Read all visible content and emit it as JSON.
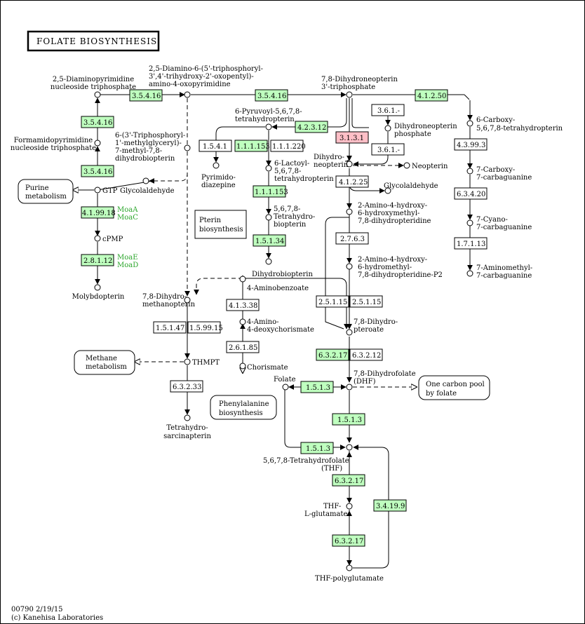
{
  "title": "FOLATE BIOSYNTHESIS",
  "footer": {
    "id_date": "00790 2/19/15",
    "copyright": "(c) Kanehisa Laboratories"
  },
  "colors": {
    "enzyme_green": "#bfffbf",
    "enzyme_pink": "#ffbfc7",
    "gene_green": "#2aa52a"
  },
  "enzymes": [
    {
      "id": "e01",
      "label": "3.5.4.16",
      "fill": "green"
    },
    {
      "id": "e02",
      "label": "3.5.4.16",
      "fill": "green"
    },
    {
      "id": "e03",
      "label": "4.1.2.50",
      "fill": "green"
    },
    {
      "id": "e04",
      "label": "3.5.4.16",
      "fill": "green"
    },
    {
      "id": "e05",
      "label": "4.2.3.12",
      "fill": "green"
    },
    {
      "id": "e06",
      "label": "3.6.1.-",
      "fill": "white"
    },
    {
      "id": "e07",
      "label": "3.1.3.1",
      "fill": "pink"
    },
    {
      "id": "e08",
      "label": "1.5.4.1",
      "fill": "white"
    },
    {
      "id": "e09",
      "label": "1.1.1.153",
      "fill": "green"
    },
    {
      "id": "e10",
      "label": "1.1.1.220",
      "fill": "white"
    },
    {
      "id": "e11",
      "label": "3.6.1.-",
      "fill": "white"
    },
    {
      "id": "e12",
      "label": "4.3.99.3",
      "fill": "white"
    },
    {
      "id": "e13",
      "label": "3.5.4.16",
      "fill": "green"
    },
    {
      "id": "e14",
      "label": "4.1.2.25",
      "fill": "white"
    },
    {
      "id": "e15",
      "label": "1.1.1.153",
      "fill": "green"
    },
    {
      "id": "e16",
      "label": "6.3.4.20",
      "fill": "white"
    },
    {
      "id": "e17",
      "label": "4.1.99.18",
      "fill": "green"
    },
    {
      "id": "e18",
      "label": "2.7.6.3",
      "fill": "white"
    },
    {
      "id": "e19",
      "label": "1.5.1.34",
      "fill": "green"
    },
    {
      "id": "e20",
      "label": "1.7.1.13",
      "fill": "white"
    },
    {
      "id": "e21",
      "label": "2.8.1.12",
      "fill": "green"
    },
    {
      "id": "e22",
      "label": "4.1.3.38",
      "fill": "white"
    },
    {
      "id": "e23",
      "label": "2.5.1.15",
      "fill": "white"
    },
    {
      "id": "e24",
      "label": "2.5.1.15",
      "fill": "white"
    },
    {
      "id": "e25",
      "label": "1.5.1.47",
      "fill": "white"
    },
    {
      "id": "e26",
      "label": "1.5.99.15",
      "fill": "white"
    },
    {
      "id": "e27",
      "label": "2.6.1.85",
      "fill": "white"
    },
    {
      "id": "e28",
      "label": "6.3.2.17",
      "fill": "green"
    },
    {
      "id": "e29",
      "label": "6.3.2.12",
      "fill": "white"
    },
    {
      "id": "e30",
      "label": "6.3.2.33",
      "fill": "white"
    },
    {
      "id": "e31",
      "label": "1.5.1.3",
      "fill": "green"
    },
    {
      "id": "e32",
      "label": "1.5.1.3",
      "fill": "green"
    },
    {
      "id": "e33",
      "label": "1.5.1.3",
      "fill": "green"
    },
    {
      "id": "e34",
      "label": "6.3.2.17",
      "fill": "green"
    },
    {
      "id": "e35",
      "label": "3.4.19.9",
      "fill": "green"
    },
    {
      "id": "e36",
      "label": "6.3.2.17",
      "fill": "green"
    }
  ],
  "genes": [
    {
      "id": "g1",
      "text": "MoaA"
    },
    {
      "id": "g2",
      "text": "MoaC"
    },
    {
      "id": "g3",
      "text": "MoaE"
    },
    {
      "id": "g4",
      "text": "MoaD"
    }
  ],
  "pathways": [
    {
      "id": "p1",
      "lines": [
        "Purine",
        "metabolism"
      ]
    },
    {
      "id": "p2",
      "lines": [
        "Pterin",
        "biosynthesis"
      ]
    },
    {
      "id": "p3",
      "lines": [
        "Methane",
        "metabolism"
      ]
    },
    {
      "id": "p4",
      "lines": [
        "Phenylalanine",
        "biosynthesis"
      ]
    },
    {
      "id": "p5",
      "lines": [
        "One carbon pool",
        "by folate"
      ]
    }
  ],
  "compounds": [
    {
      "id": "c01",
      "lines": [
        "2,5-Diaminopyrimidine",
        "nucleoside triphosphate"
      ]
    },
    {
      "id": "c02",
      "lines": [
        "2,5-Diamino-6-(5'-triphosphoryl-",
        "3',4'-trihydroxy-2'-oxopentyl)-",
        "amino-4-oxopyrimidine"
      ]
    },
    {
      "id": "c03",
      "lines": [
        "7,8-Dihydroneopterin",
        "3'-triphosphate"
      ]
    },
    {
      "id": "c04",
      "lines": [
        "6-Pyruvoyl-5,6,7,8-",
        "tetrahydropterin"
      ]
    },
    {
      "id": "c05",
      "lines": [
        "6-Carboxy-",
        "5,6,7,8-tetrahydropterin"
      ]
    },
    {
      "id": "c06",
      "lines": [
        "Formamidopyrimidine",
        "nucleoside triphosphate"
      ]
    },
    {
      "id": "c07",
      "lines": [
        "6-(3'-Triphosphoryl-",
        "1'-methylglyceryl)-",
        "7-methyl-7,8-",
        "dihydrobiopterin"
      ]
    },
    {
      "id": "c08",
      "lines": [
        "Dihydroneopterin",
        "phosphate"
      ]
    },
    {
      "id": "c09",
      "lines": [
        "Dihydro-",
        "neopterin"
      ]
    },
    {
      "id": "c10",
      "lines": [
        "Neopterin"
      ]
    },
    {
      "id": "c11",
      "lines": [
        "6-Lactoyl-",
        "5,6,7,8-",
        "tetrahydropterin"
      ]
    },
    {
      "id": "c12",
      "lines": [
        "Pyrimido-",
        "diazepine"
      ]
    },
    {
      "id": "c13",
      "lines": [
        "7-Carboxy-",
        "7-carbaguanine"
      ]
    },
    {
      "id": "c14",
      "lines": [
        "GTP"
      ]
    },
    {
      "id": "c15",
      "lines": [
        "Glycolaldehyde"
      ]
    },
    {
      "id": "c16",
      "lines": [
        "Glycolaldehyde"
      ]
    },
    {
      "id": "c17",
      "lines": [
        "2-Amino-4-hydroxy-",
        "6-hydroxymethyl-",
        "7,8-dihydropteridine"
      ]
    },
    {
      "id": "c18",
      "lines": [
        "5,6,7,8-",
        "Tetrahydro-",
        "biopterin"
      ]
    },
    {
      "id": "c19",
      "lines": [
        "7-Cyano-",
        "7-carbaguanine"
      ]
    },
    {
      "id": "c20",
      "lines": [
        "cPMP"
      ]
    },
    {
      "id": "c21",
      "lines": [
        "2-Amino-4-hydroxy-",
        "6-hydromethyl-",
        "7,8-dihydropteridine-P2"
      ]
    },
    {
      "id": "c22",
      "lines": [
        "7-Aminomethyl-",
        "7-carbaguanine"
      ]
    },
    {
      "id": "c23",
      "lines": [
        "Dihydrobiopterin"
      ]
    },
    {
      "id": "c24",
      "lines": [
        "4-Aminobenzoate"
      ]
    },
    {
      "id": "c25",
      "lines": [
        "Molybdopterin"
      ]
    },
    {
      "id": "c26",
      "lines": [
        "7,8-Dihydro-",
        "methanopterin"
      ]
    },
    {
      "id": "c27",
      "lines": [
        "7,8-Dihydro-",
        "pteroate"
      ]
    },
    {
      "id": "c28",
      "lines": [
        "4-Amino-",
        "4-deoxychorismate"
      ]
    },
    {
      "id": "c29",
      "lines": [
        "THMPT"
      ]
    },
    {
      "id": "c30",
      "lines": [
        "Chorismate"
      ]
    },
    {
      "id": "c31",
      "lines": [
        "7,8-Dihydrofolate",
        "(DHF)"
      ]
    },
    {
      "id": "c32",
      "lines": [
        "Folate"
      ]
    },
    {
      "id": "c33",
      "lines": [
        "Tetrahydro-",
        "sarcinapterin"
      ]
    },
    {
      "id": "c34",
      "lines": [
        "5,6,7,8-Tetrahydrofolate",
        "(THF)"
      ]
    },
    {
      "id": "c35",
      "lines": [
        "THF-",
        "L-glutamate"
      ]
    },
    {
      "id": "c36",
      "lines": [
        "THF-polyglutamate"
      ]
    }
  ]
}
